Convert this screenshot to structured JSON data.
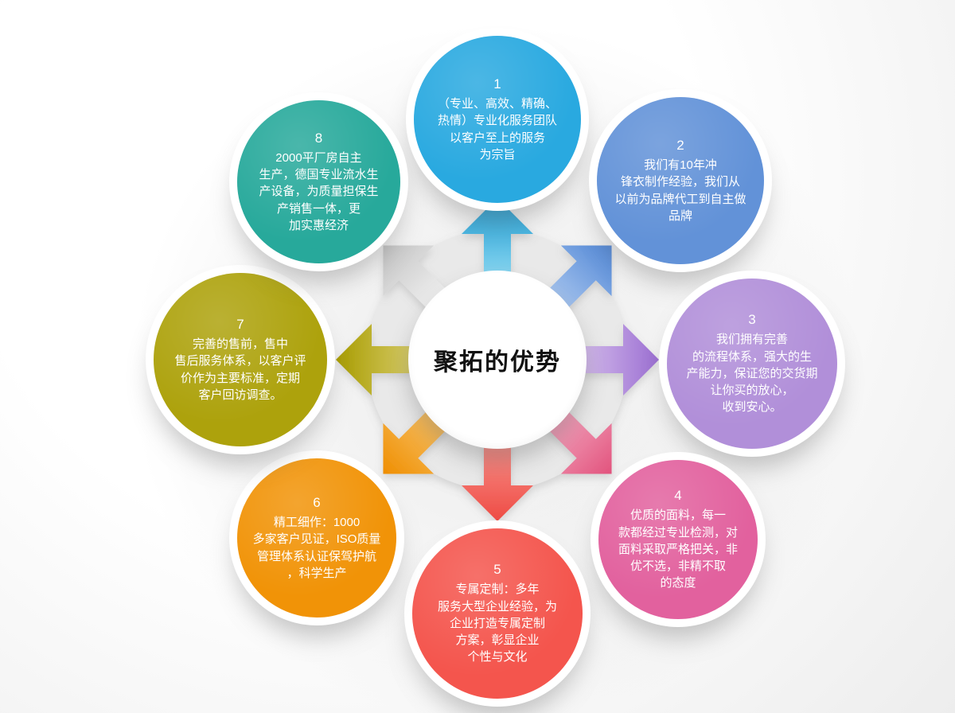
{
  "title": "聚拓的优势",
  "center": {
    "label": "聚拓的优势"
  },
  "ring_color": "#e9e9e9",
  "circles": [
    {
      "number": "1",
      "position": "top",
      "color": "#29a9e0",
      "text": "（专业、高效、精确、\n热情）专业化服务团队\n以客户至上的服务\n为宗旨"
    },
    {
      "number": "2",
      "position": "top-right",
      "color": "#6292d8",
      "text": "我们有10年冲\n锋衣制作经验，我们从\n以前为品牌代工到自主做\n品牌"
    },
    {
      "number": "3",
      "position": "right",
      "color": "#b18fd9",
      "text": "我们拥有完善\n的流程体系，强大的生\n产能力，保证您的交货期\n让你买的放心，\n收到安心。"
    },
    {
      "number": "4",
      "position": "bottom-right",
      "color": "#e2619e",
      "text": "优质的面料，每一\n款都经过专业检测，对\n面料采取严格把关，非\n优不选，非精不取\n的态度"
    },
    {
      "number": "5",
      "position": "bottom",
      "color": "#f4554d",
      "text": "专属定制：多年\n服务大型企业经验，为\n企业打造专属定制\n方案，彰显企业\n个性与文化"
    },
    {
      "number": "6",
      "position": "bottom-left",
      "color": "#f19307",
      "text": "精工细作：1000\n多家客户见证，ISO质量\n管理体系认证保驾护航\n，科学生产"
    },
    {
      "number": "7",
      "position": "left",
      "color": "#ada20c",
      "text": "完善的售前，售中\n售后服务体系，以客户评\n价作为主要标准，定期\n客户回访调查。"
    },
    {
      "number": "8",
      "position": "top-left",
      "color": "#27a99b",
      "text": "2000平厂房自主\n生产，德国专业流水生\n产设备，为质量担保生\n产销售一体，更\n加实惠经济"
    }
  ],
  "arrows": [
    {
      "direction": "up",
      "color_from": "#8fd9f2",
      "color_to": "#189ad2"
    },
    {
      "direction": "up-right",
      "color_from": "#a9c6ee",
      "color_to": "#5187d6"
    },
    {
      "direction": "right",
      "color_from": "#d6bfec",
      "color_to": "#9b6ed2"
    },
    {
      "direction": "down-right",
      "color_from": "#f3a8c0",
      "color_to": "#e2537d"
    },
    {
      "direction": "down",
      "color_from": "#f9938c",
      "color_to": "#ee4b44"
    },
    {
      "direction": "down-left",
      "color_from": "#f8c36a",
      "color_to": "#ef8e00"
    },
    {
      "direction": "left",
      "color_from": "#d8cd6e",
      "color_to": "#a89c00"
    },
    {
      "direction": "up-left",
      "color_from": "#f2f2f2",
      "color_to": "#c3c3c3"
    }
  ]
}
